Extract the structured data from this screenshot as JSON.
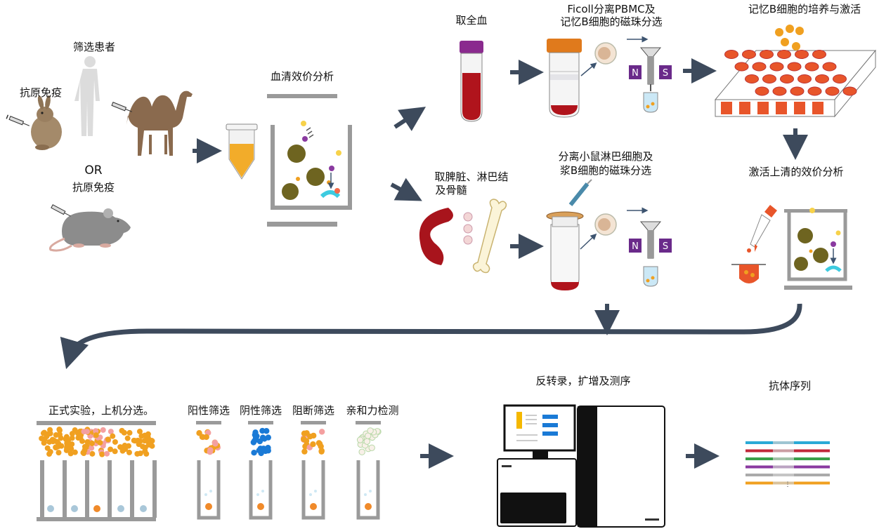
{
  "labels": {
    "screen_patients": "筛选患者",
    "antigen_immunize_1": "抗原免疫",
    "or": "OR",
    "antigen_immunize_2": "抗原免疫",
    "serum_titer": "血清效价分析",
    "take_blood": "取全血",
    "ficoll_line1": "Ficoll分离PBMC及",
    "ficoll_line2": "记忆B细胞的磁珠分选",
    "memory_b_culture": "记忆B细胞的培养与激活",
    "spleen_line1": "取脾脏、淋巴结",
    "spleen_line2": "及骨髓",
    "mouse_sep_line1": "分离小鼠淋巴细胞及",
    "mouse_sep_line2": "浆B细胞的磁珠分选",
    "activation_titer": "激活上清的效价分析",
    "formal_experiment": "正式实验，上机分选。",
    "positive_screen": "阳性筛选",
    "negative_screen": "阴性筛选",
    "blocking_screen": "阻断筛选",
    "affinity_test": "亲和力检测",
    "rt_seq": "反转录，扩增及测序",
    "antibody_seq": "抗体序列"
  },
  "magnet": {
    "north": "N",
    "south": "S"
  },
  "icons": [
    "rabbit-icon",
    "camel-icon",
    "human-silhouette-icon",
    "mouse-icon",
    "syringe-icon",
    "tube-icon",
    "microplate-icon",
    "magnet-icon",
    "spleen-icon",
    "bone-icon",
    "sequencer-icon",
    "arrow-icon"
  ],
  "colors": {
    "arrow": "#3d4a5c",
    "blood": "#b0141c",
    "orange_cell": "#f0a020",
    "plate": "#e8552a",
    "olive": "#6e6420",
    "blue_cell": "#1a7ad6",
    "magnet": "#6a2a8a",
    "gray": "#9a9a9a",
    "antibody_purple": "#8a3aa0"
  }
}
